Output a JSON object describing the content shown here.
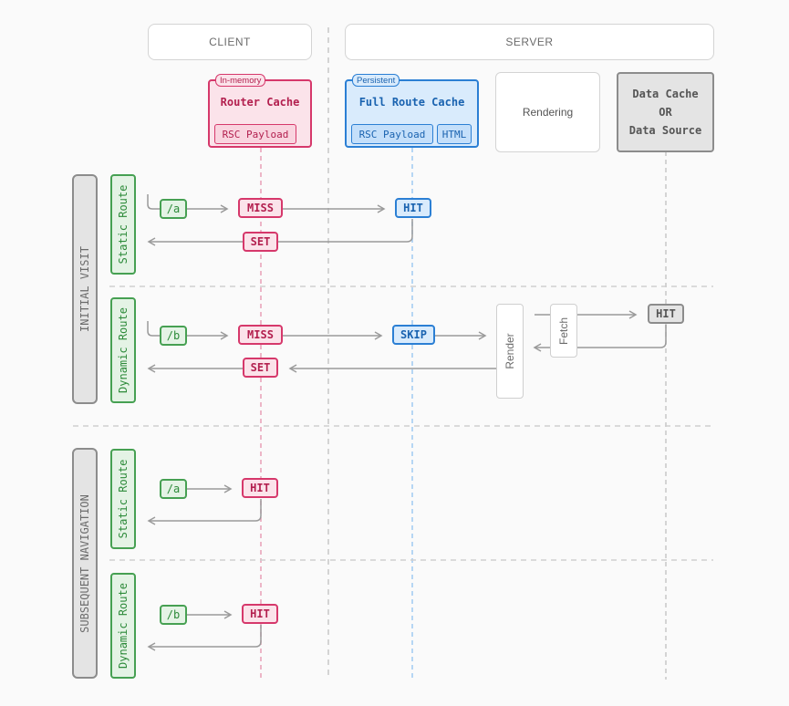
{
  "headers": {
    "client": "CLIENT",
    "server": "SERVER"
  },
  "router_cache": {
    "tag": "In-memory",
    "title": "Router Cache",
    "item": "RSC Payload"
  },
  "full_route_cache": {
    "tag": "Persistent",
    "title": "Full Route Cache",
    "items": [
      "RSC Payload",
      "HTML"
    ]
  },
  "rendering": "Rendering",
  "data_cache": {
    "lines": [
      "Data Cache",
      "OR",
      "Data Source"
    ]
  },
  "sections": {
    "initial": "INITIAL VISIT",
    "subsequent": "SUBSEQUENT NAVIGATION"
  },
  "rows": [
    {
      "route": "Static Route",
      "path": "/a",
      "router": "MISS",
      "full": "HIT",
      "back": "SET"
    },
    {
      "route": "Dynamic Route",
      "path": "/b",
      "router": "MISS",
      "full": "SKIP",
      "back": "SET",
      "render": "Render",
      "fetch": "Fetch",
      "data": "HIT"
    },
    {
      "route": "Static Route",
      "path": "/a",
      "router": "HIT"
    },
    {
      "route": "Dynamic Route",
      "path": "/b",
      "router": "HIT"
    }
  ],
  "colors": {
    "router": "#d6386b",
    "full": "#2b7fd4",
    "route": "#46a052",
    "neutral": "#8c8c8c"
  }
}
